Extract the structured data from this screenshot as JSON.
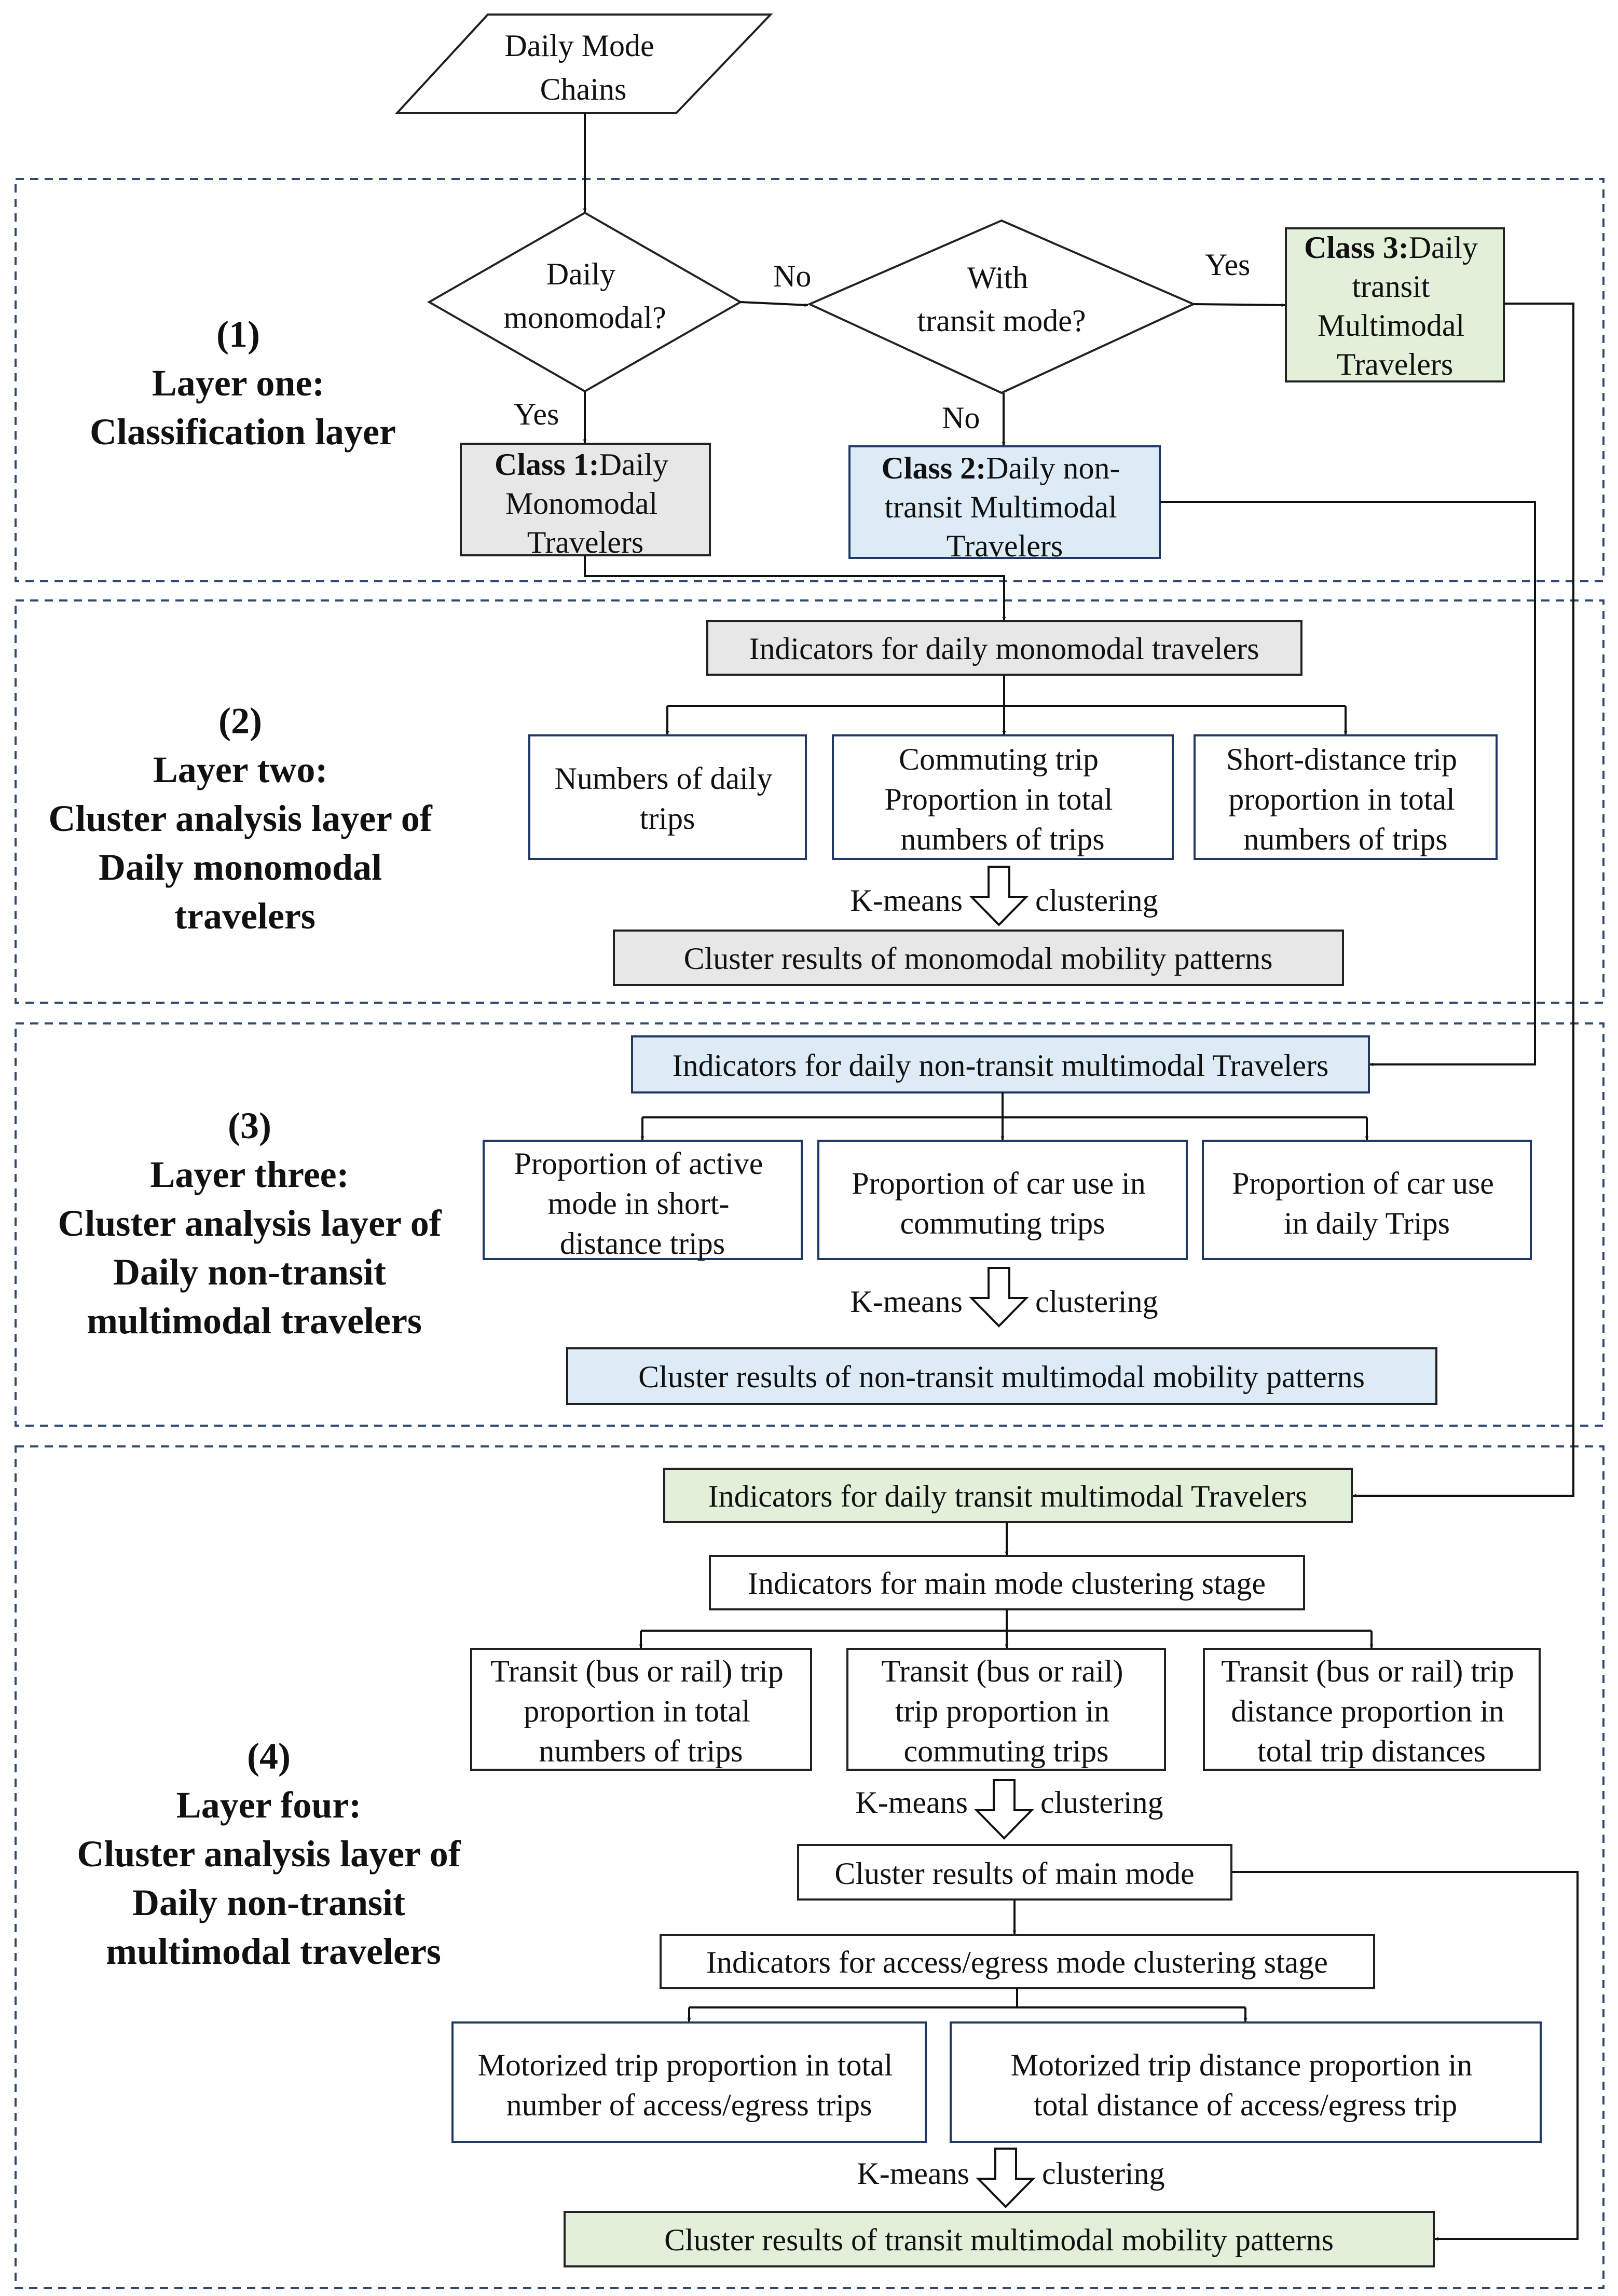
{
  "colors": {
    "class1_fill": "#e7e7e7",
    "class2_fill": "#ddebf7",
    "class3_fill": "#e2f0d9",
    "box_border": "#1f3864",
    "layer_border": "#2f4a6e"
  },
  "start": {
    "lines": [
      "Daily Mode",
      "Chains"
    ]
  },
  "decisions": {
    "monomodal": {
      "lines": [
        "Daily",
        "monomodal?"
      ]
    },
    "transit": {
      "lines": [
        "With",
        "transit mode?"
      ]
    }
  },
  "edge_labels": {
    "yes": "Yes",
    "no": "No"
  },
  "classes": {
    "class1": {
      "tag": "Class 1:",
      "lines": [
        "Daily",
        "Monomodal",
        "Travelers"
      ]
    },
    "class2": {
      "tag": "Class 2:",
      "lines": [
        "Daily non-",
        "transit Multimodal",
        "Travelers"
      ]
    },
    "class3": {
      "tag": "Class 3:",
      "lines": [
        "Daily",
        "transit",
        "Multimodal",
        "Travelers"
      ]
    }
  },
  "layers": [
    {
      "lines": [
        "(1)",
        "Layer one:",
        "Classification layer"
      ]
    },
    {
      "lines": [
        "(2)",
        "Layer two:",
        "Cluster analysis layer of",
        "Daily monomodal",
        "travelers"
      ]
    },
    {
      "lines": [
        "(3)",
        "Layer three:",
        "Cluster analysis layer of",
        "Daily non-transit",
        "multimodal travelers"
      ]
    },
    {
      "lines": [
        "(4)",
        "Layer four:",
        "Cluster analysis layer of",
        "Daily non-transit",
        "multimodal travelers"
      ]
    }
  ],
  "clustering": {
    "kmeans": "K-means",
    "clustering": "clustering"
  },
  "layer2": {
    "indicators": "Indicators for daily monomodal travelers",
    "boxes": [
      {
        "lines": [
          "Numbers of daily",
          "trips"
        ]
      },
      {
        "lines": [
          "Commuting trip",
          "Proportion in total",
          "numbers of trips"
        ]
      },
      {
        "lines": [
          "Short-distance trip",
          "proportion in total",
          "numbers of trips"
        ]
      }
    ],
    "result": "Cluster results of monomodal mobility patterns"
  },
  "layer3": {
    "indicators": "Indicators for daily non-transit multimodal Travelers",
    "boxes": [
      {
        "lines": [
          "Proportion of active",
          "mode in short-",
          "distance trips"
        ]
      },
      {
        "lines": [
          "Proportion of car use in",
          "commuting trips"
        ]
      },
      {
        "lines": [
          "Proportion of car use",
          "in daily Trips"
        ]
      }
    ],
    "result": "Cluster results of non-transit multimodal mobility patterns"
  },
  "layer4": {
    "indicators": "Indicators for daily transit multimodal Travelers",
    "main_stage": "Indicators for main mode clustering stage",
    "main_boxes": [
      {
        "lines": [
          "Transit (bus or rail) trip",
          "proportion in total",
          "numbers of trips"
        ]
      },
      {
        "lines": [
          "Transit (bus or rail)",
          "trip proportion in",
          "commuting trips"
        ]
      },
      {
        "lines": [
          "Transit (bus or rail) trip",
          "distance proportion in",
          "total trip distances"
        ]
      }
    ],
    "main_result": "Cluster results of main mode",
    "access_stage": "Indicators for access/egress mode clustering stage",
    "access_boxes": [
      {
        "lines": [
          "Motorized trip proportion in total",
          "number of access/egress trips"
        ]
      },
      {
        "lines": [
          "Motorized trip distance proportion in",
          "total distance of access/egress trip"
        ]
      }
    ],
    "result": "Cluster results of transit multimodal mobility patterns"
  }
}
